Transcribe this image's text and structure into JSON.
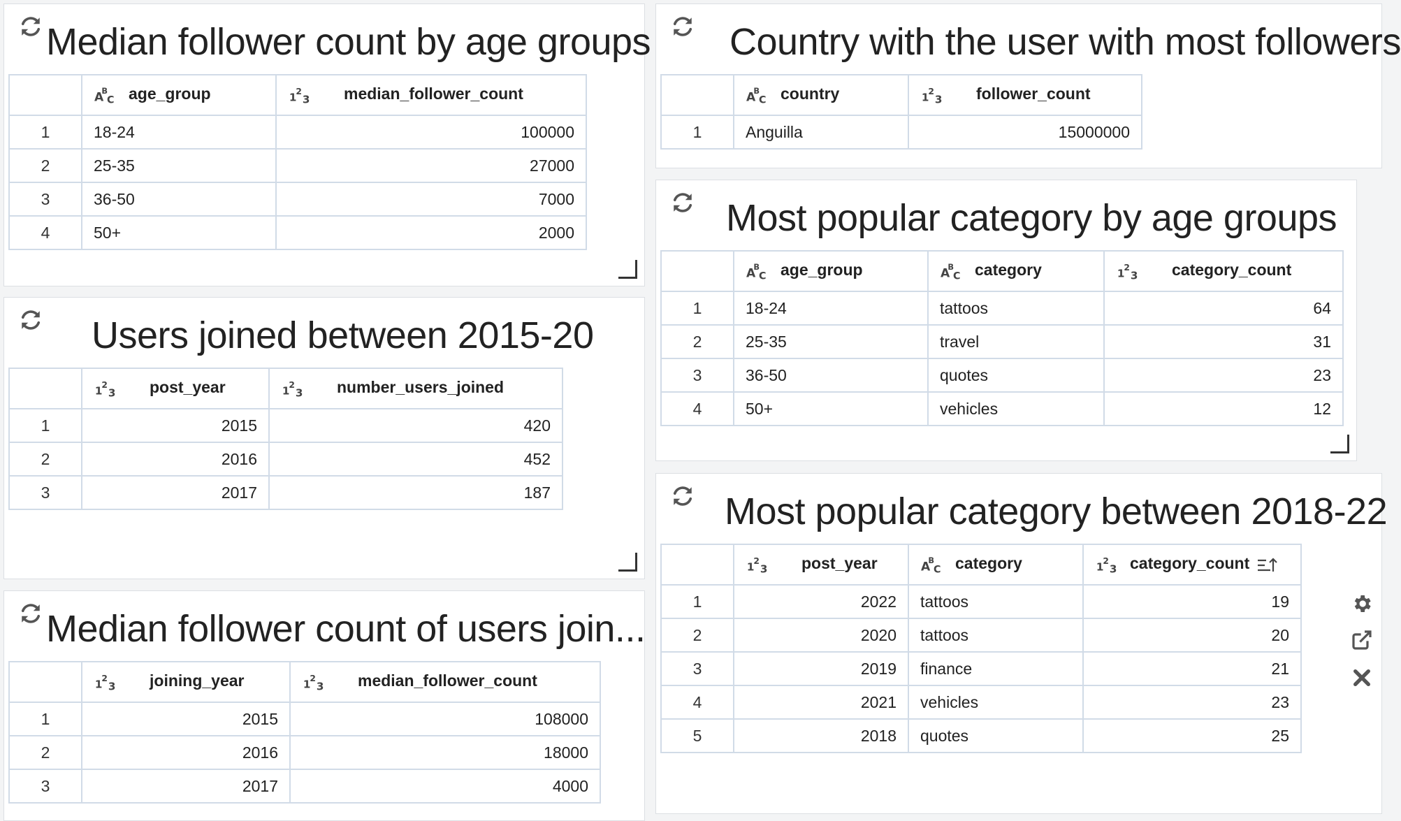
{
  "widgets": {
    "w1": {
      "title": "Median follower count by age groups",
      "columns": [
        {
          "name": "age_group",
          "type": "text"
        },
        {
          "name": "median_follower_count",
          "type": "number"
        }
      ],
      "rows": [
        [
          "1",
          "18-24",
          "100000"
        ],
        [
          "2",
          "25-35",
          "27000"
        ],
        [
          "3",
          "36-50",
          "7000"
        ],
        [
          "4",
          "50+",
          "2000"
        ]
      ]
    },
    "w2": {
      "title": "Users joined between 2015-20",
      "columns": [
        {
          "name": "post_year",
          "type": "number"
        },
        {
          "name": "number_users_joined",
          "type": "number"
        }
      ],
      "rows": [
        [
          "1",
          "2015",
          "420"
        ],
        [
          "2",
          "2016",
          "452"
        ],
        [
          "3",
          "2017",
          "187"
        ]
      ]
    },
    "w3": {
      "title": "Median follower count of users join...",
      "columns": [
        {
          "name": "joining_year",
          "type": "number"
        },
        {
          "name": "median_follower_count",
          "type": "number"
        }
      ],
      "rows": [
        [
          "1",
          "2015",
          "108000"
        ],
        [
          "2",
          "2016",
          "18000"
        ],
        [
          "3",
          "2017",
          "4000"
        ]
      ]
    },
    "w4": {
      "title": "Country with the user with most followers",
      "columns": [
        {
          "name": "country",
          "type": "text"
        },
        {
          "name": "follower_count",
          "type": "number"
        }
      ],
      "rows": [
        [
          "1",
          "Anguilla",
          "15000000"
        ]
      ]
    },
    "w5": {
      "title": "Most popular category by age groups",
      "columns": [
        {
          "name": "age_group",
          "type": "text"
        },
        {
          "name": "category",
          "type": "text"
        },
        {
          "name": "category_count",
          "type": "number"
        }
      ],
      "rows": [
        [
          "1",
          "18-24",
          "tattoos",
          "64"
        ],
        [
          "2",
          "25-35",
          "travel",
          "31"
        ],
        [
          "3",
          "36-50",
          "quotes",
          "23"
        ],
        [
          "4",
          "50+",
          "vehicles",
          "12"
        ]
      ]
    },
    "w6": {
      "title": "Most popular category between 2018-22",
      "columns": [
        {
          "name": "post_year",
          "type": "number"
        },
        {
          "name": "category",
          "type": "text"
        },
        {
          "name": "category_count",
          "type": "number",
          "sorted": "ascending"
        }
      ],
      "rows": [
        [
          "1",
          "2022",
          "tattoos",
          "19"
        ],
        [
          "2",
          "2020",
          "tattoos",
          "20"
        ],
        [
          "3",
          "2019",
          "finance",
          "21"
        ],
        [
          "4",
          "2021",
          "vehicles",
          "23"
        ],
        [
          "5",
          "2018",
          "quotes",
          "25"
        ]
      ]
    }
  },
  "side_icons": [
    "gear-icon",
    "external-link-icon",
    "close-icon"
  ]
}
